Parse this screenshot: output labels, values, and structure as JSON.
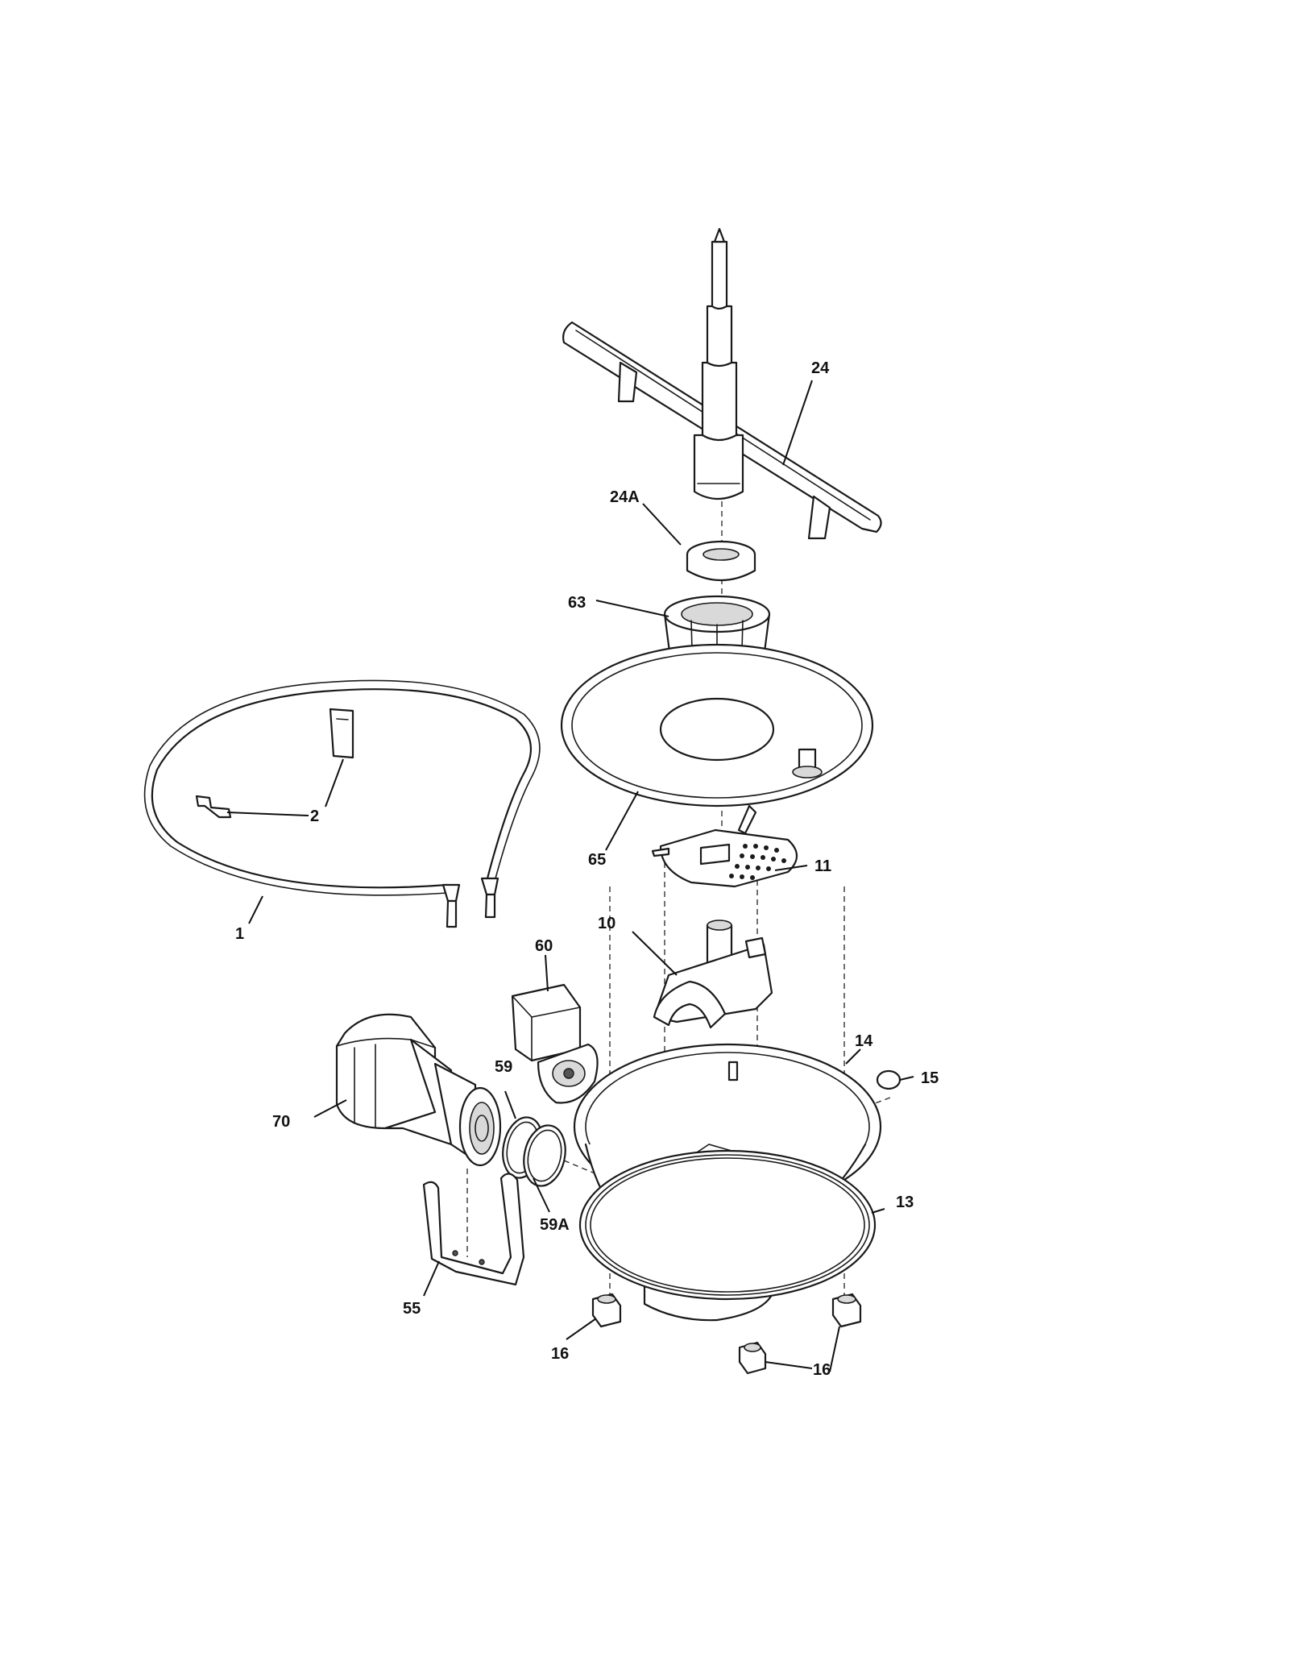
{
  "callouts": {
    "p24": "24",
    "p24a": "24A",
    "p63": "63",
    "p65": "65",
    "p2": "2",
    "p1": "1",
    "p11": "11",
    "p10": "10",
    "p60": "60",
    "p14": "14",
    "p15": "15",
    "p59": "59",
    "p70": "70",
    "p59a": "59A",
    "p13": "13",
    "p55": "55",
    "p16a": "16",
    "p16b": "16"
  }
}
